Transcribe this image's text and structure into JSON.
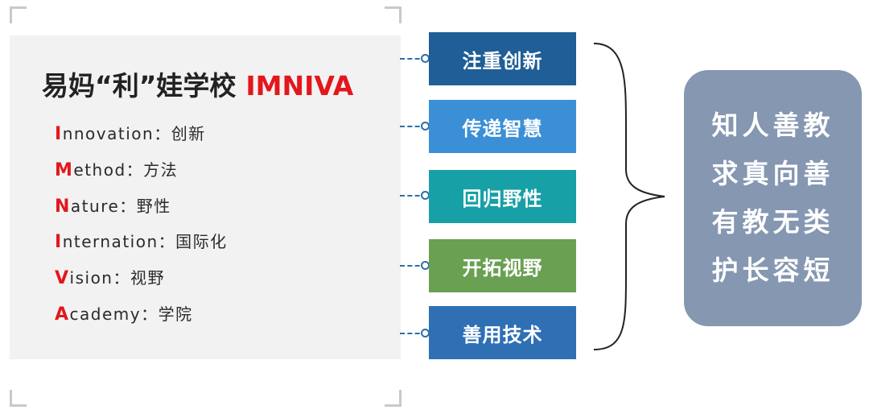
{
  "title": {
    "cn": "易妈“利”娃学校",
    "en": "IMNIVA"
  },
  "terms": [
    {
      "initial": "I",
      "rest": "nnovation",
      "sep": "：",
      "meaning": "创新"
    },
    {
      "initial": "M",
      "rest": "ethod",
      "sep": "：",
      "meaning": "方法"
    },
    {
      "initial": "N",
      "rest": "ature",
      "sep": "：",
      "meaning": "野性"
    },
    {
      "initial": "I",
      "rest": "nternation",
      "sep": "：",
      "meaning": "国际化"
    },
    {
      "initial": "V",
      "rest": "ision",
      "sep": "：",
      "meaning": "视野"
    },
    {
      "initial": "A",
      "rest": "cademy",
      "sep": "：",
      "meaning": "学院"
    }
  ],
  "principles": [
    {
      "label": "注重创新",
      "color": "#1f5e96"
    },
    {
      "label": "传递智慧",
      "color": "#3b8fd6"
    },
    {
      "label": "回归野性",
      "color": "#17a0a6"
    },
    {
      "label": "开拓视野",
      "color": "#6aa052"
    },
    {
      "label": "善用技术",
      "color": "#2f6fb4"
    }
  ],
  "motto": {
    "lines": [
      "知人善教",
      "求真向善",
      "有教无类",
      "护长容短"
    ],
    "background": "#8597b1"
  },
  "colors": {
    "accent": "#e3171c",
    "connector": "#2e6fa8",
    "panel": "#f2f2f2"
  }
}
